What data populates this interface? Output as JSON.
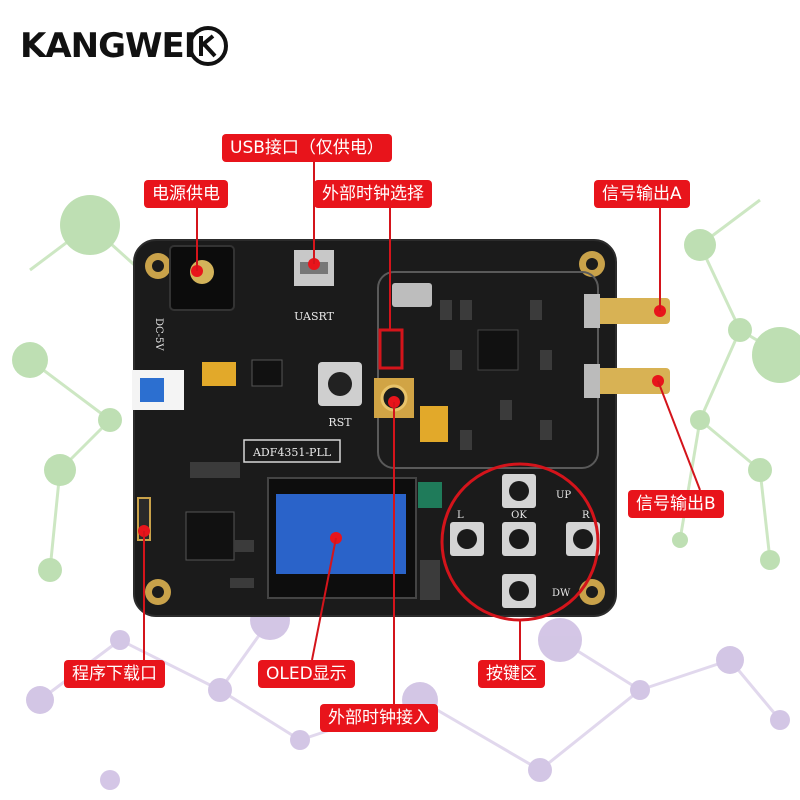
{
  "brand": {
    "logo_text": "KANGWEI"
  },
  "board": {
    "model_label": "ADF4351-PLL",
    "silk_dc": "DC-5V",
    "silk_uasrt": "UASRT",
    "silk_rst": "RST",
    "key_up": "UP",
    "key_ok": "OK",
    "key_left": "L",
    "key_right": "R",
    "key_down": "DW"
  },
  "callouts": {
    "usb_port": "USB接口（仅供电）",
    "power_supply": "电源供电",
    "ext_clock_select": "外部时钟选择",
    "signal_out_a": "信号输出A",
    "signal_out_b": "信号输出B",
    "program_download": "程序下载口",
    "oled_display": "OLED显示",
    "key_area": "按键区",
    "ext_clock_in": "外部时钟接入"
  },
  "colors": {
    "callout_bg": "#e8141b",
    "callout_line": "#d4141b",
    "pcb_black": "#1b1b1b",
    "oled_blue": "#2a63c9",
    "network_green": "#a9d59a",
    "network_purple": "#c5b3dd"
  }
}
